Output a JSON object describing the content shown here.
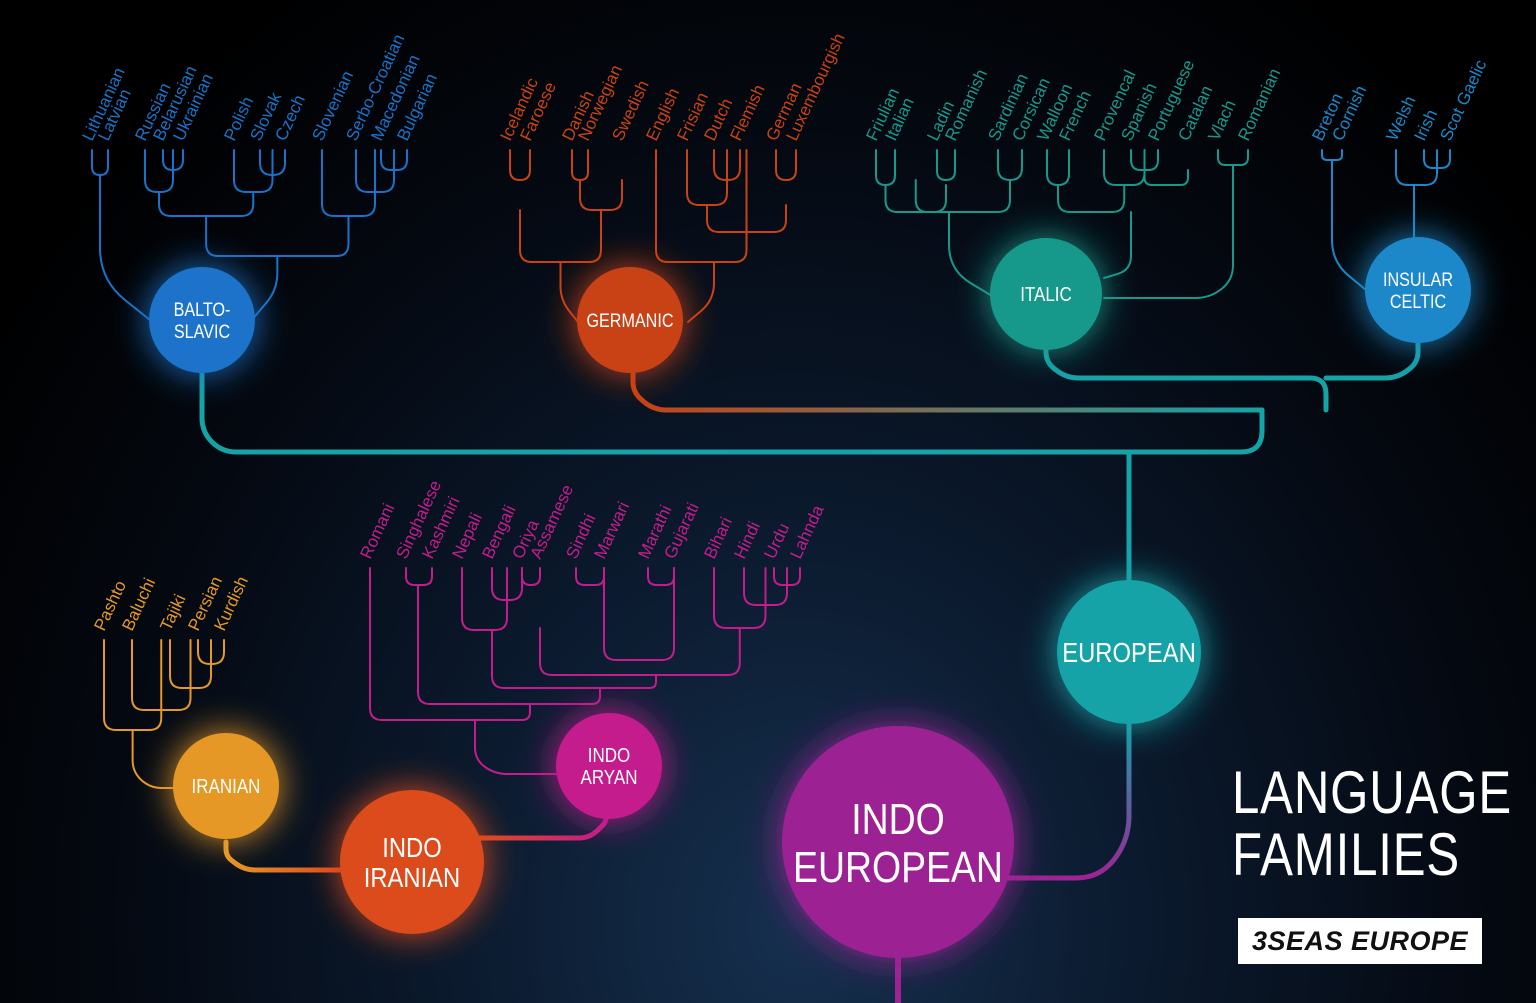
{
  "title": {
    "line1": "LANGUAGE",
    "line2": "FAMILIES"
  },
  "logo": {
    "text": "3SEAS EUROPE"
  },
  "colors": {
    "balto_slavic": "#1a73c9",
    "germanic": "#c94214",
    "italic": "#17998b",
    "insular_celtic": "#1a88c9",
    "european": "#15a3a8",
    "indo_european": "#9c2494",
    "indo_iranian": "#dc4b1e",
    "iranian": "#e69828",
    "indo_aryan": "#c41c8c"
  },
  "nodes": {
    "balto_slavic": [
      "BALTO-",
      "SLAVIC"
    ],
    "germanic": [
      "GERMANIC"
    ],
    "italic": [
      "ITALIC"
    ],
    "insular_celtic": [
      "INSULAR",
      "CELTIC"
    ],
    "european": [
      "EUROPEAN"
    ],
    "indo_european": [
      "INDO",
      "EUROPEAN"
    ],
    "indo_iranian": [
      "INDO",
      "IRANIAN"
    ],
    "iranian": [
      "IRANIAN"
    ],
    "indo_aryan": [
      "INDO",
      "ARYAN"
    ]
  },
  "languages": {
    "balto_slavic": [
      "Lithuanian",
      "Latvian",
      "Russian",
      "Belarusian",
      "Ukrainian",
      "Polish",
      "Slovak",
      "Czech",
      "Slovenian",
      "Serbo-Croatian",
      "Macedonian",
      "Bulgarian"
    ],
    "germanic": [
      "Icelandic",
      "Faroese",
      "Danish",
      "Norwegian",
      "Swedish",
      "English",
      "Frisian",
      "Dutch",
      "Flemish",
      "German",
      "Luxembourgish"
    ],
    "italic": [
      "Friulian",
      "Italian",
      "Ladin",
      "Romanish",
      "Sardinian",
      "Corsican",
      "Walloon",
      "French",
      "Provencal",
      "Spanish",
      "Portuguese",
      "Catalan",
      "Vlach",
      "Romanian"
    ],
    "insular_celtic": [
      "Breton",
      "Cornish",
      "Welsh",
      "Irish",
      "Scot Gaelic"
    ],
    "indo_aryan": [
      "Romani",
      "Singhalese",
      "Kashmiri",
      "Nepali",
      "Bengali",
      "Oriya",
      "Assamese",
      "Sindhi",
      "Marwari",
      "Marathi",
      "Gujarati",
      "Bihari",
      "Hindi",
      "Urdu",
      "Lahnda"
    ],
    "iranian": [
      "Pashto",
      "Baluchi",
      "Tajiki",
      "Persian",
      "Kurdish"
    ]
  }
}
